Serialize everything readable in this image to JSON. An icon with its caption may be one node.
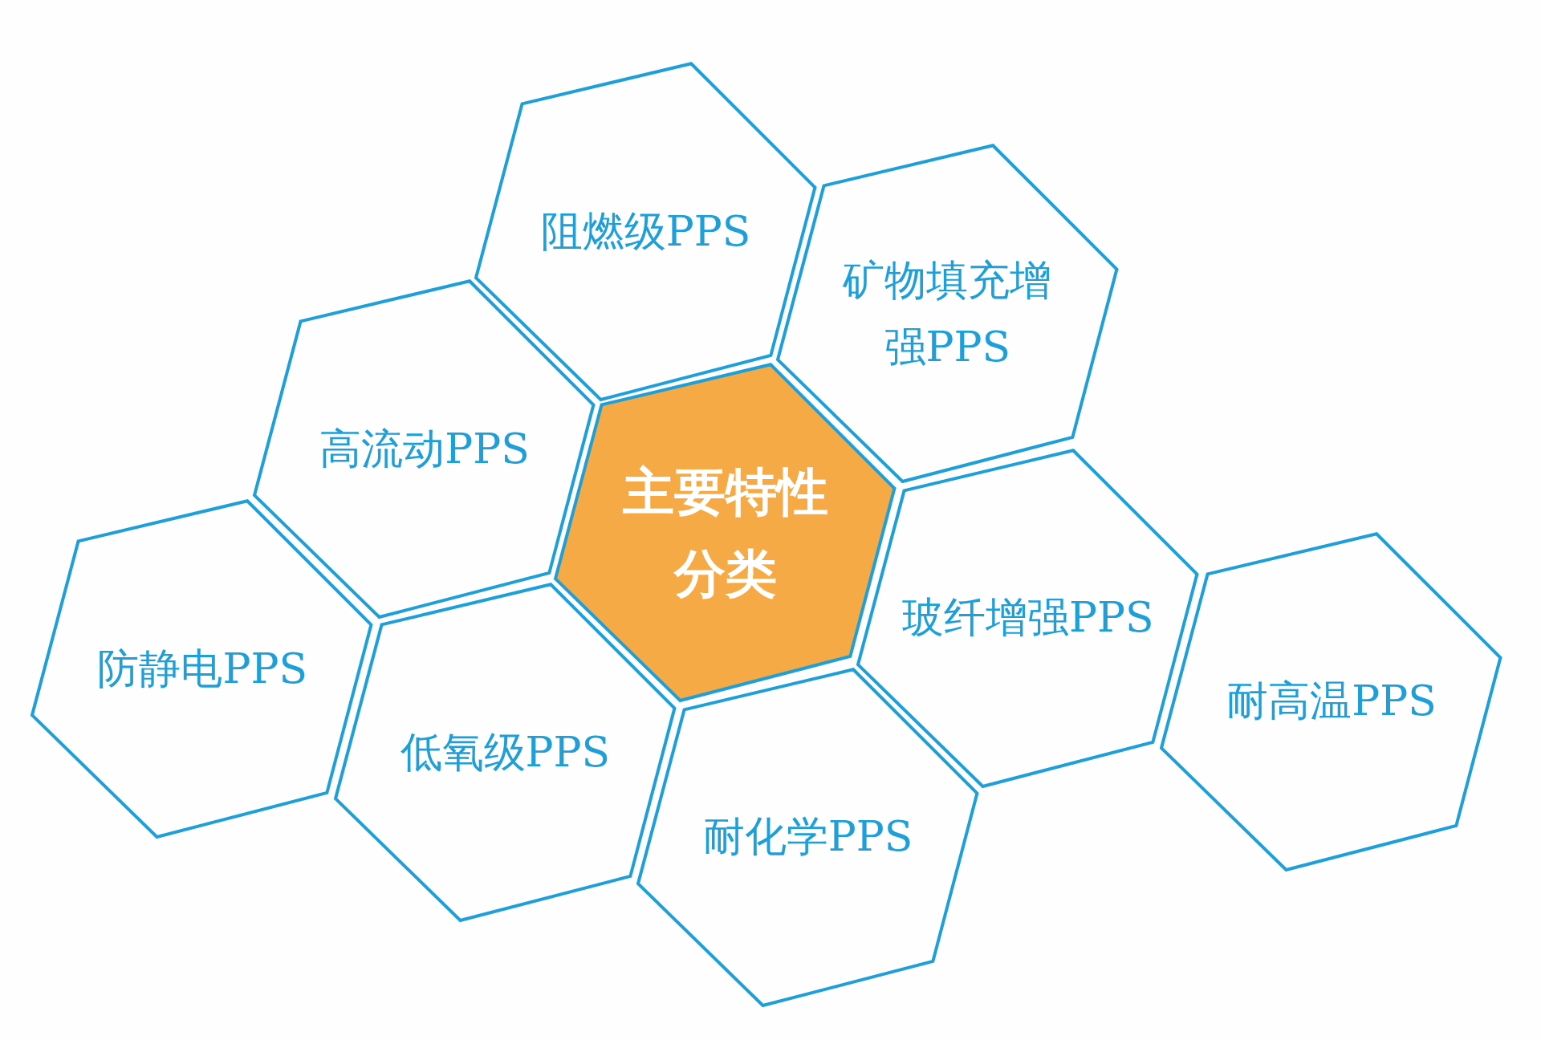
{
  "diagram": {
    "nodes": [
      {
        "text": [
          "主要特性分类"
        ]
      },
      {
        "text": [
          "阻燃级PPS"
        ]
      },
      {
        "text": [
          "矿物填充增强PPS"
        ]
      },
      {
        "text": [
          "高流动PPS"
        ]
      },
      {
        "text": [
          "防静电PPS"
        ]
      },
      {
        "text": [
          "低氧级PPS"
        ]
      },
      {
        "text": [
          "玻纤增强PPS"
        ]
      },
      {
        "text": [
          "耐化学PPS"
        ]
      },
      {
        "text": [
          "耐高温PPS"
        ]
      }
    ]
  }
}
